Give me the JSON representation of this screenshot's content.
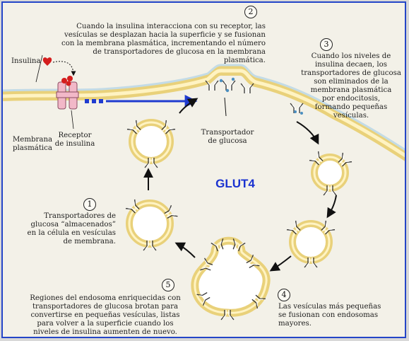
{
  "figure": {
    "label": "GLUT4",
    "insulin_label": "Insulina",
    "membrane_label": "Membrana\nplasmática",
    "receptor_label": "Receptor\nde insulina",
    "transporter_label": "Transportador\nde glucosa",
    "accent_color": "#1a32d0",
    "border_color": "#2446c8",
    "membrane_color": "#efd98a",
    "arrow_color": "#1f3bd0"
  },
  "steps": [
    {
      "number": "1",
      "text": "Transportadores de\nglucosa “almacenados”\nen la célula en vesículas\nde membrana."
    },
    {
      "number": "2",
      "text": "Cuando la insulina interacciona con su receptor, las\nvesículas se desplazan hacia la superficie y se fusionan\ncon la membrana plasmática, incrementando el número\nde transportadores de glucosa en la membrana\nplasmática."
    },
    {
      "number": "3",
      "text": "Cuando los niveles de\ninsulina decaen, los\ntransportadores de glucosa\nson eliminados de la\nmembrana plasmática\npor endocitosis,\nformando pequeñas\nvesículas."
    },
    {
      "number": "4",
      "text": "Las vesículas más pequeñas\nse fusionan con endosomas\nmayores."
    },
    {
      "number": "5",
      "text": "Regiones del endosoma enriquecidas con\ntransportadores de glucosa brotan para\nconvertirse en pequeñas vesículas, listas\npara volver a la superficie cuando los\nniveles de insulina aumenten de nuevo."
    }
  ]
}
